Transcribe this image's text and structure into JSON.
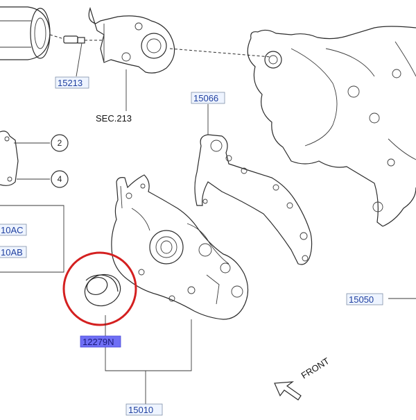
{
  "parts": {
    "p15213": "15213",
    "sec213": "SEC.213",
    "p15066": "15066",
    "p10ac": "10AC",
    "p10ab": "10AB",
    "p15050": "15050",
    "p12279n": "12279N",
    "p15010": "15010"
  },
  "callouts": {
    "c2": "2",
    "c4": "4"
  },
  "direction_label": "FRONT",
  "colors": {
    "highlight_circle": "#d42020",
    "part_number_text": "#1f3f9f",
    "selected_part_fill": "#6f6ff5"
  },
  "icons": {
    "front_arrow": "outline-arrow-icon"
  }
}
